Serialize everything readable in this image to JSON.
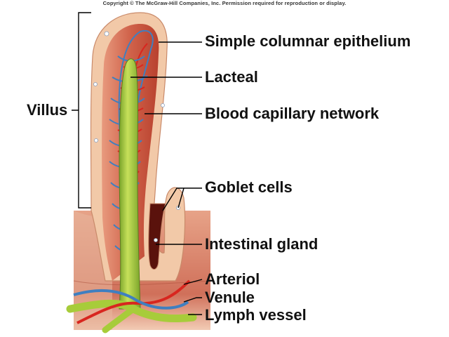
{
  "copyright": "Copyright © The McGraw-Hill Companies, Inc. Permission required for reproduction or display.",
  "labels": {
    "villus": "Villus",
    "simple_columnar_epithelium": "Simple columnar epithelium",
    "lacteal": "Lacteal",
    "blood_capillary_network": "Blood capillary network",
    "goblet_cells": "Goblet cells",
    "intestinal_gland": "Intestinal gland",
    "arteriol": "Arteriol",
    "venule": "Venule",
    "lymph_vessel": "Lymph vessel"
  },
  "colors": {
    "tissue": "#c8553d",
    "tissue_dark": "#8e2a1c",
    "epithelium": "#f2c9a8",
    "lacteal": "#a7cc3a",
    "capillary_blue": "#3f7fc0",
    "capillary_red": "#d8261f",
    "leader": "#000000"
  }
}
